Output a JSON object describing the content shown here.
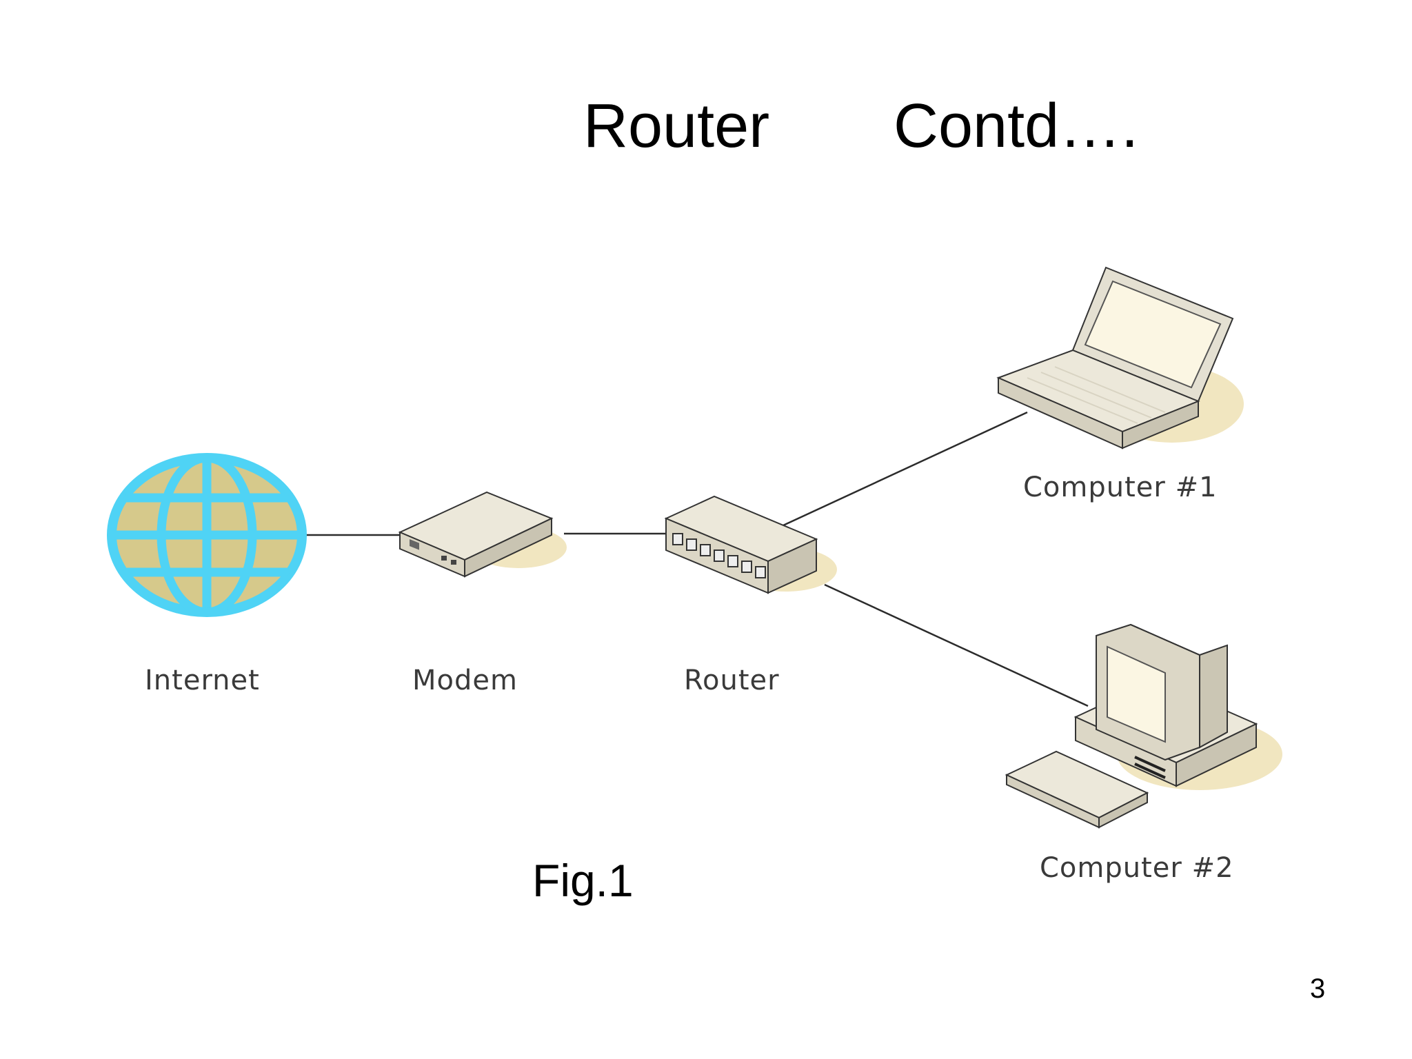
{
  "slide": {
    "title_left": "Router",
    "title_right": "Contd….",
    "figure_caption": "Fig.1",
    "page_number": "3"
  },
  "diagram": {
    "nodes": {
      "internet": "Internet",
      "modem": "Modem",
      "router": "Router",
      "computer1": "Computer #1",
      "computer2": "Computer #2"
    }
  },
  "colors": {
    "globe_fill": "#d6c98b",
    "globe_lines": "#4fd3f5",
    "device_face": "#e9e5d8",
    "shadow": "#f1e6c0"
  }
}
